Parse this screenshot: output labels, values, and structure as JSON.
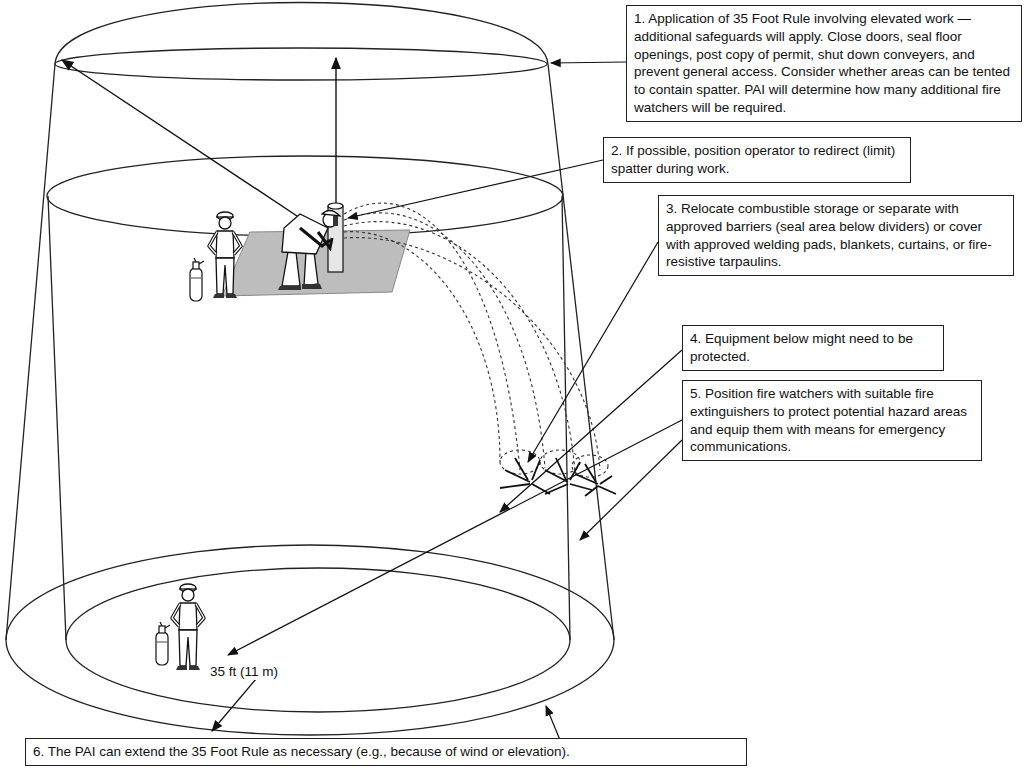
{
  "diagram": {
    "nodes": [
      {
        "text": [
          "1. Application of 35 Foot Rule involving elevated work — additional safeguards will apply. Close doors, seal floor openings, post copy of permit, shut down conveyers, and prevent general access. Consider whether areas can be tented to contain spatter. PAI will determine how many additional fire watchers will be required."
        ]
      },
      {
        "text": [
          "2. If possible, position operator to redirect (limit) spatter during work."
        ]
      },
      {
        "text": [
          "3. Relocate combustible storage or separate with approved barriers (seal area below dividers) or cover with approved welding pads, blankets, curtains, or fire-resistive tarpaulins."
        ]
      },
      {
        "text": [
          "4. Equipment below might need to be protected."
        ]
      },
      {
        "text": [
          "5. Position fire watchers with suitable fire extinguishers to protect potential hazard areas and equip them with means for emergency communications."
        ]
      },
      {
        "text": [
          "6. The PAI can extend the 35 Foot Rule as necessary (e.g., because of wind or elevation)."
        ]
      }
    ],
    "labels": [
      "35 ft (11 m)"
    ]
  }
}
